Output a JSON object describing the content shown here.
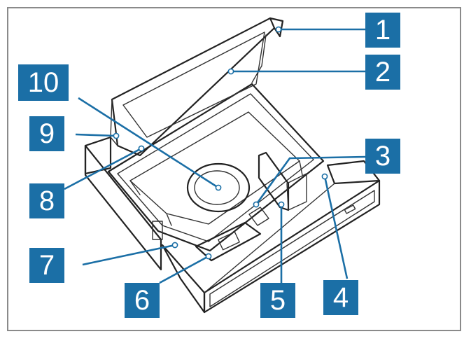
{
  "diagram": {
    "accent_color": "#1b6fa6",
    "callouts": [
      {
        "id": "1",
        "label": "1"
      },
      {
        "id": "2",
        "label": "2"
      },
      {
        "id": "3",
        "label": "3"
      },
      {
        "id": "4",
        "label": "4"
      },
      {
        "id": "5",
        "label": "5"
      },
      {
        "id": "6",
        "label": "6"
      },
      {
        "id": "7",
        "label": "7"
      },
      {
        "id": "8",
        "label": "8"
      },
      {
        "id": "9",
        "label": "9"
      },
      {
        "id": "10",
        "label": "10"
      }
    ]
  }
}
